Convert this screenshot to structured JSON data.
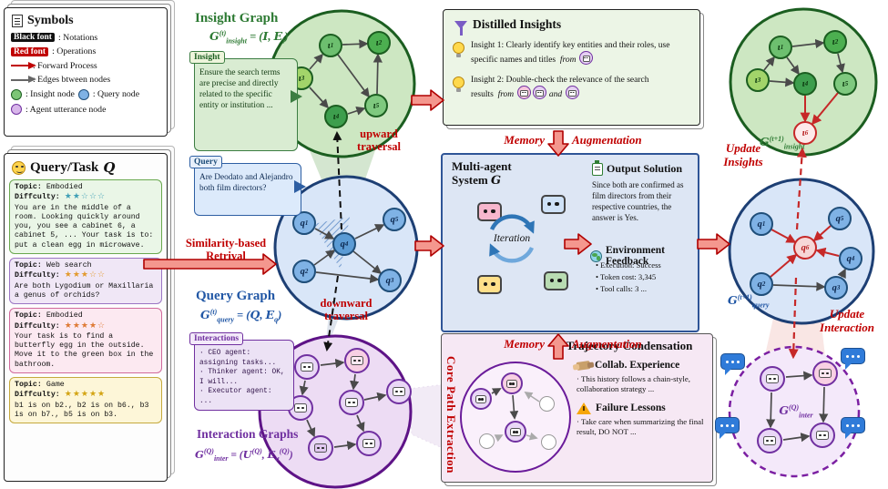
{
  "symbols": {
    "title": "Symbols",
    "notation_tag": "Black font",
    "notation_text": ": Notations",
    "operation_tag": "Red font",
    "operation_text": ": Operations",
    "forward_text": ": Forward Process",
    "edges_text": ": Edges btween nodes",
    "insight_text": ": Insight node",
    "query_text": ": Query node",
    "agent_text": ": Agent utterance node"
  },
  "query_task": {
    "title": "Query/Task",
    "q_symbol": "Q",
    "cards": [
      {
        "topic_label": "Topic:",
        "topic": "Embodied",
        "diff_label": "Diffculty:",
        "stars": "★★☆☆☆",
        "star_style": "color:#3f9fb5",
        "text": "You are in the middle of a room. Looking quickly around you, you see a cabinet 6, a cabinet 5, ... Your task is to: put a clean egg in microwave."
      },
      {
        "topic_label": "Topic:",
        "topic": "Web search",
        "diff_label": "Diffculty:",
        "stars": "★★★☆☆",
        "star_style": "color:#e29a2e",
        "text": "Are both Lygodium or Maxillaria a genus of orchids?"
      },
      {
        "topic_label": "Topic:",
        "topic": "Embodied",
        "diff_label": "Diffculty:",
        "stars": "★★★★☆",
        "star_style": "color:#de7a35",
        "text": "Your task is to find a butterfly egg in the outside. Move it to the green box in the bathroom."
      },
      {
        "topic_label": "Topic:",
        "topic": "Game",
        "diff_label": "Diffculty:",
        "stars": "★★★★★",
        "star_style": "color:#d3a414",
        "text": "b1 is on b2., b2 is on b6., b3 is on b7., b5 is on b3."
      }
    ]
  },
  "insight_graph": {
    "title": "Insight Graph",
    "badge": "Insight",
    "bubble_text": "Ensure the search terms are precise and directly related to the specific entity or institution ...",
    "nodes": [
      {
        "b": "ι",
        "s": "1"
      },
      {
        "b": "ι",
        "s": "2"
      },
      {
        "b": "ι",
        "s": "3"
      },
      {
        "b": "ι",
        "s": "4"
      },
      {
        "b": "ι",
        "s": "5"
      }
    ],
    "formula": {
      "g": "G",
      "sup": "(t)",
      "sub": "insight",
      "eq": " = (",
      "s1": "I",
      "comma": ", ",
      "s2": "E",
      "s2sub": "i",
      "close": ")"
    }
  },
  "query_graph": {
    "title": "Query Graph",
    "badge": "Query",
    "bubble_text": "Are Deodato and Alejandro both film directors?",
    "nodes": [
      {
        "b": "q",
        "s": "1"
      },
      {
        "b": "q",
        "s": "4"
      },
      {
        "b": "q",
        "s": "5"
      },
      {
        "b": "q",
        "s": "2"
      },
      {
        "b": "q",
        "s": "3"
      }
    ],
    "formula": {
      "g": "G",
      "sup": "(t)",
      "sub": "query",
      "eq": " = (",
      "s1": "Q",
      "comma": ", ",
      "s2": "E",
      "s2sub": "q",
      "close": ")"
    }
  },
  "inter_graph": {
    "title": "Interaction Graphs",
    "badge": "Interactions",
    "lines": [
      "CEO agent: assigning tasks...",
      "Thinker agent: OK, I will...",
      "Executor agent: ..."
    ],
    "formula": {
      "g": "G",
      "sup": "(Q)",
      "sub": "inter",
      "eq": " = (",
      "s1": "U",
      "s1sup": "(Q)",
      "comma": ", ",
      "s2": "E",
      "s2sub": "u",
      "s2sup": "(Q)",
      "close": ")"
    }
  },
  "labels": {
    "upward": "upward traversal",
    "downward": "downward traversal",
    "similarity": "Similarity-based Retrival",
    "memory": "Memory",
    "augmentation": "Augmentation",
    "update_insights": "Update Insights",
    "update_interaction": "Update Interaction",
    "core_path": "Core Path Extraction"
  },
  "distilled": {
    "title": "Distilled Insights",
    "items": [
      {
        "text": "Insight 1: Clearly identify key entities and their roles, use specific names and titles",
        "from": "from"
      },
      {
        "text": "Insight 2: Double-check the relevance of the search results",
        "from": "from",
        "and": "and"
      }
    ]
  },
  "multiagent": {
    "title_line1": "Multi-agent",
    "title_line2": "System",
    "g": "G",
    "iteration": "Iteration",
    "output_title": "Output Solution",
    "output_text": "Since both are confirmed as film directors from their respective countries, the answer is Yes.",
    "feedback_title": "Environment Feedback",
    "feedback_items": [
      "Execution: Success",
      "Token cost: 3,345",
      "Tool calls: 3 ..."
    ]
  },
  "trajectory": {
    "title": "Trajectory Condensation",
    "collab_title": "Collab. Experience",
    "collab_text": "This history follows a chain-style, collaboration strategy ...",
    "failure_title": "Failure Lessons",
    "failure_text": "Take care when summarizing the final result, DO NOT ..."
  },
  "right": {
    "insight_nodes": [
      {
        "b": "ι",
        "s": "1"
      },
      {
        "b": "ι",
        "s": "2"
      },
      {
        "b": "ι",
        "s": "3"
      },
      {
        "b": "ι",
        "s": "4"
      },
      {
        "b": "ι",
        "s": "5"
      },
      {
        "b": "ι",
        "s": "6"
      }
    ],
    "query_nodes": [
      {
        "b": "q",
        "s": "1"
      },
      {
        "b": "q",
        "s": "5"
      },
      {
        "b": "q",
        "s": "6"
      },
      {
        "b": "q",
        "s": "4"
      },
      {
        "b": "q",
        "s": "2"
      },
      {
        "b": "q",
        "s": "3"
      }
    ],
    "insight_formula": {
      "g": "G",
      "sup": "(t+1)",
      "sub": "insight"
    },
    "query_formula": {
      "g": "G",
      "sup": "(t+1)",
      "sub": "query"
    },
    "inter_formula": {
      "g": "G",
      "sup": "(Q)",
      "sub": "inter"
    }
  }
}
